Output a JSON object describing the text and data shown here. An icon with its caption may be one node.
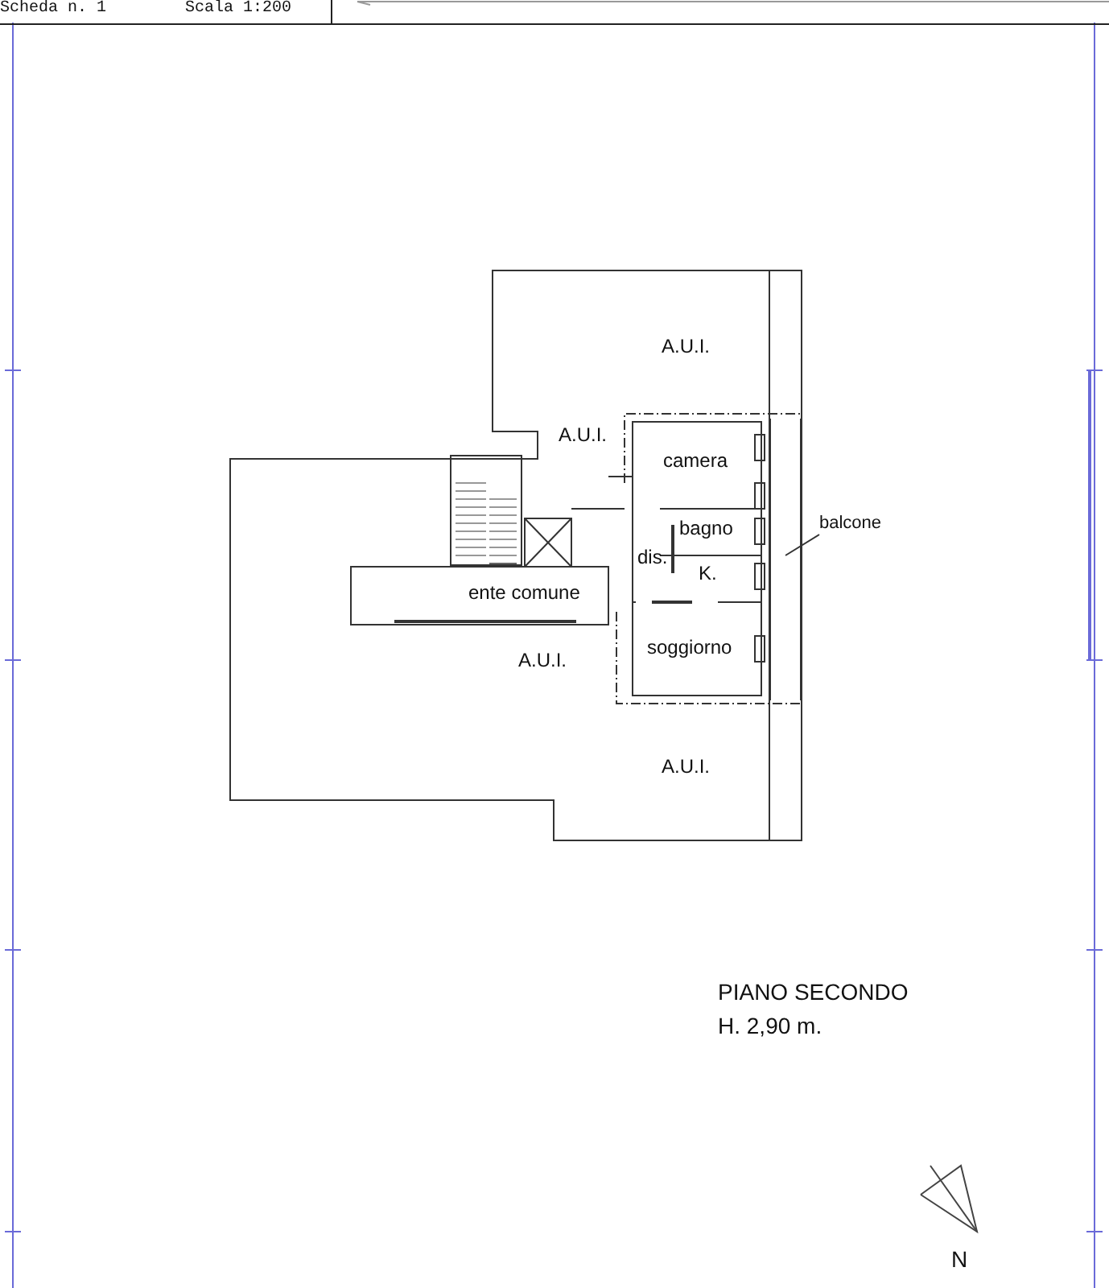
{
  "diagram": {
    "nodes": [
      {
        "text": [
          "balcone"
        ]
      },
      {
        "text": [],
        "shape": "bar"
      }
    ],
    "edges": [
      {
        "from": 0,
        "to": 1,
        "arrow": "none"
      }
    ],
    "labels": [
      "Scheda n. 1",
      "Scala 1:200",
      "A.U.I.",
      "A.U.I.",
      "camera",
      "bagno",
      "dis.",
      "K.",
      "ente comune",
      "soggiorno",
      "A.U.I.",
      "A.U.I.",
      "PIANO SECONDO",
      "H. 2,90 m.",
      "N"
    ]
  }
}
